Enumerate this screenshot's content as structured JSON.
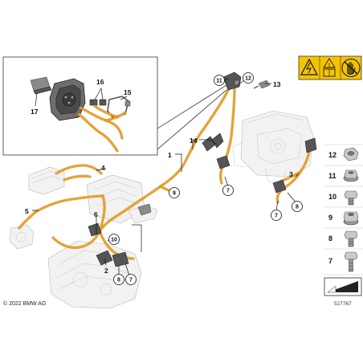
{
  "copyright": "© 2022 BMW AG",
  "document_number": "527767",
  "callouts": {
    "c1": "1",
    "c2": "2",
    "c3": "3",
    "c4": "4",
    "c5": "5",
    "c6": "6",
    "c7a": "7",
    "c7b": "7",
    "c7c": "7",
    "c8a": "8",
    "c8b": "8",
    "c9": "9",
    "c10": "10",
    "c11": "11",
    "c12": "12",
    "c13": "13",
    "c14": "14",
    "c15": "15",
    "c16": "16",
    "c17": "17"
  },
  "side_parts": {
    "p12": "12",
    "p11": "11",
    "p10": "10",
    "p9": "9",
    "p8": "8",
    "p7": "7"
  },
  "colors": {
    "harness": "#f0a020",
    "warning_label": "#f5c400",
    "frame": "#333333"
  },
  "icons": [
    "high-voltage-warning-icon",
    "manual-icon",
    "no-touch-hand-icon"
  ]
}
